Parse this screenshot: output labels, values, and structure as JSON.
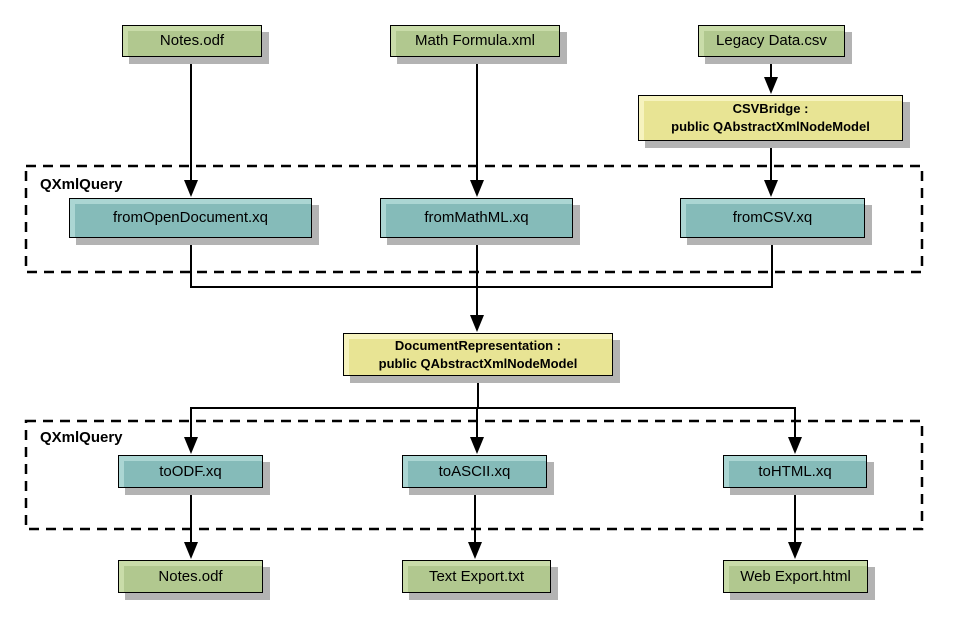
{
  "nodes": {
    "sources": [
      {
        "label": "Notes.odf"
      },
      {
        "label": "Math Formula.xml"
      },
      {
        "label": "Legacy Data.csv"
      }
    ],
    "bridge": {
      "line1": "CSVBridge :",
      "line2": "public QAbstractXmlNodeModel"
    },
    "input_queries": {
      "group_label": "QXmlQuery",
      "items": [
        {
          "label": "fromOpenDocument.xq"
        },
        {
          "label": "fromMathML.xq"
        },
        {
          "label": "fromCSV.xq"
        }
      ]
    },
    "representation": {
      "line1": "DocumentRepresentation :",
      "line2": "public QAbstractXmlNodeModel"
    },
    "output_queries": {
      "group_label": "QXmlQuery",
      "items": [
        {
          "label": "toODF.xq"
        },
        {
          "label": "toASCII.xq"
        },
        {
          "label": "toHTML.xq"
        }
      ]
    },
    "outputs": [
      {
        "label": "Notes.odf"
      },
      {
        "label": "Text Export.txt"
      },
      {
        "label": "Web Export.html"
      }
    ]
  },
  "colors": {
    "source_fill": "#b1c88f",
    "source_highlight": "#c9dca9",
    "query_fill": "#85bbb9",
    "query_highlight": "#abd6d3",
    "model_fill": "#e8e494",
    "model_highlight": "#f6f3be",
    "shadow": "#b3b3b3",
    "border": "#000000",
    "background": "#ffffff"
  }
}
